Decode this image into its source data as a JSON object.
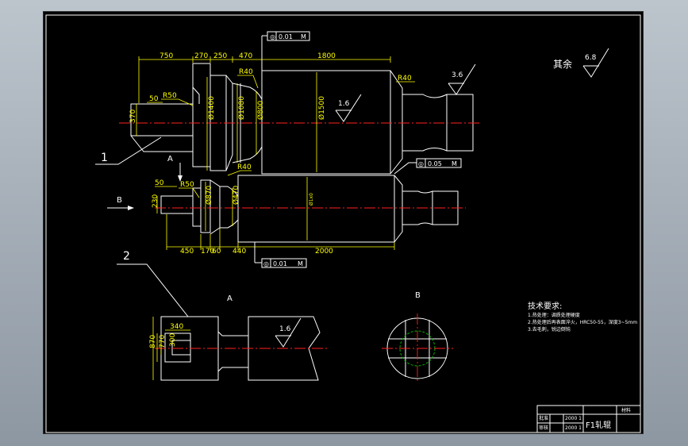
{
  "dims": {
    "upper_750": "750",
    "upper_270": "270",
    "upper_250": "250",
    "upper_470": "470",
    "upper_1800": "1800",
    "r50_top": "R50",
    "d50_top": "50",
    "d370": "370",
    "r40_a": "R40",
    "r40_b": "R40",
    "d1400": "Ø1400",
    "d1080": "Ø1080",
    "d800": "Ø800",
    "d1500": "Ø1500",
    "a_label": "A",
    "b_label": "B",
    "r40_c": "R40",
    "d50_low": "50",
    "r50_low": "R50",
    "d230": "230",
    "d870": "Ø870",
    "d470": "Ø470",
    "dsmall": "Ø1x0",
    "lower_450": "450",
    "lower_170": "170",
    "lower_60": "60",
    "lower_440": "440",
    "lower_2000": "2000",
    "sec_870": "870",
    "sec_770": "770",
    "sec_300": "300",
    "sec_340": "340"
  },
  "tolerances": {
    "top": {
      "symbol": "◎",
      "value": "0.01",
      "modifier": "M"
    },
    "mid": {
      "symbol": "◎",
      "value": "0.05",
      "modifier": "M"
    },
    "bottom": {
      "symbol": "◎",
      "value": "0.01",
      "modifier": "M"
    }
  },
  "roughness": {
    "r16_a": "1.6",
    "r36": "3.6",
    "r16_b": "1.6",
    "other_label": "其余",
    "other_value": "6.8"
  },
  "callouts": {
    "one": "1",
    "two": "2"
  },
  "views": {
    "a": "A",
    "b": "B"
  },
  "tech": {
    "title": "技术要求:",
    "items": [
      "1.热处理：调质处理硬度",
      "2.热处理后再表面淬火，HRC50-55，深度3~5mm",
      "3.去毛刺，锐边倒钝"
    ]
  },
  "title_block": {
    "part_name": "F1轧辊",
    "tag": "材料",
    "rows": [
      "批准",
      "审核"
    ],
    "codes": [
      "2000 1",
      "2000 1"
    ]
  }
}
